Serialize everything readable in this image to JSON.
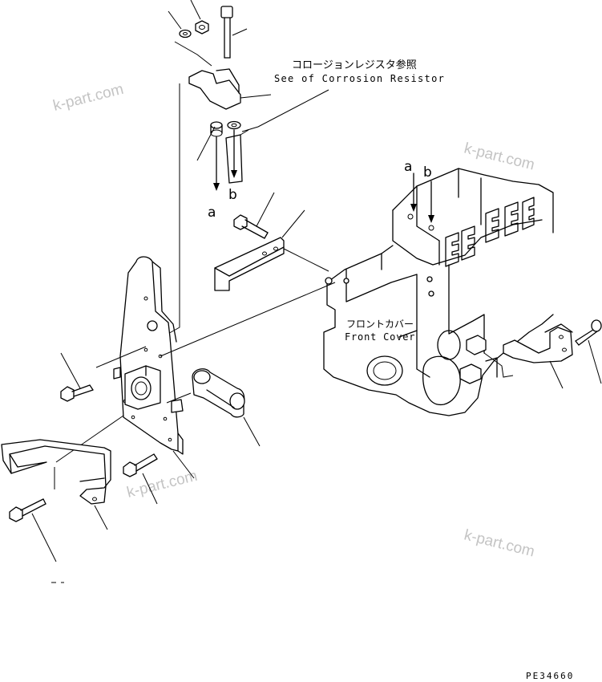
{
  "callout": {
    "ja": "コロージョンレジスタ参照",
    "en": "See of Corrosion Resistor"
  },
  "front_cover": {
    "ja": "フロントカバー",
    "en": "Front Cover"
  },
  "arrow_labels": {
    "a": "a",
    "b": "b"
  },
  "watermark": "k-part.com",
  "drawing_code": "PE34660",
  "colors": {
    "line": "#000000",
    "watermark": "#c4c4c4",
    "background": "#ffffff"
  }
}
